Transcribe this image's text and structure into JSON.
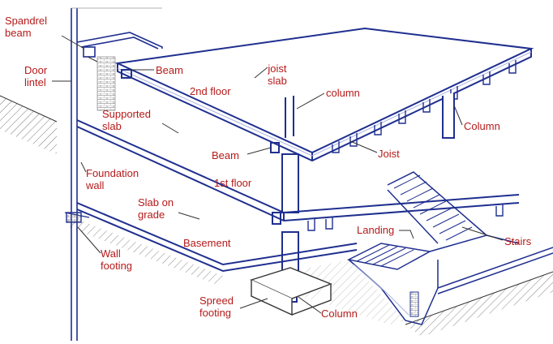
{
  "colors": {
    "line": "#1f2f8f",
    "edge": "#aab3df",
    "label": "#b51a1a",
    "leader": "#333333",
    "hatch": "#555555"
  },
  "labels": {
    "spandrel_beam": "Spandrel\nbeam",
    "door_lintel": "Door\nlintel",
    "beam_top": "Beam",
    "joist_slab": "joist\nslab",
    "second_floor": "2nd floor",
    "column_top": "column",
    "supported_slab": "Supported\nslab",
    "column_right": "Column",
    "beam_mid": "Beam",
    "joist": "Joist",
    "foundation_wall": "Foundation\nwall",
    "first_floor": "1st floor",
    "slab_on_grade": "Slab on\ngrade",
    "basement": "Basement",
    "landing": "Landing",
    "stairs": "Stairs",
    "wall_footing": "Wall\nfooting",
    "spread_footing": "Spreed\nfooting",
    "column_bottom": "Column"
  }
}
